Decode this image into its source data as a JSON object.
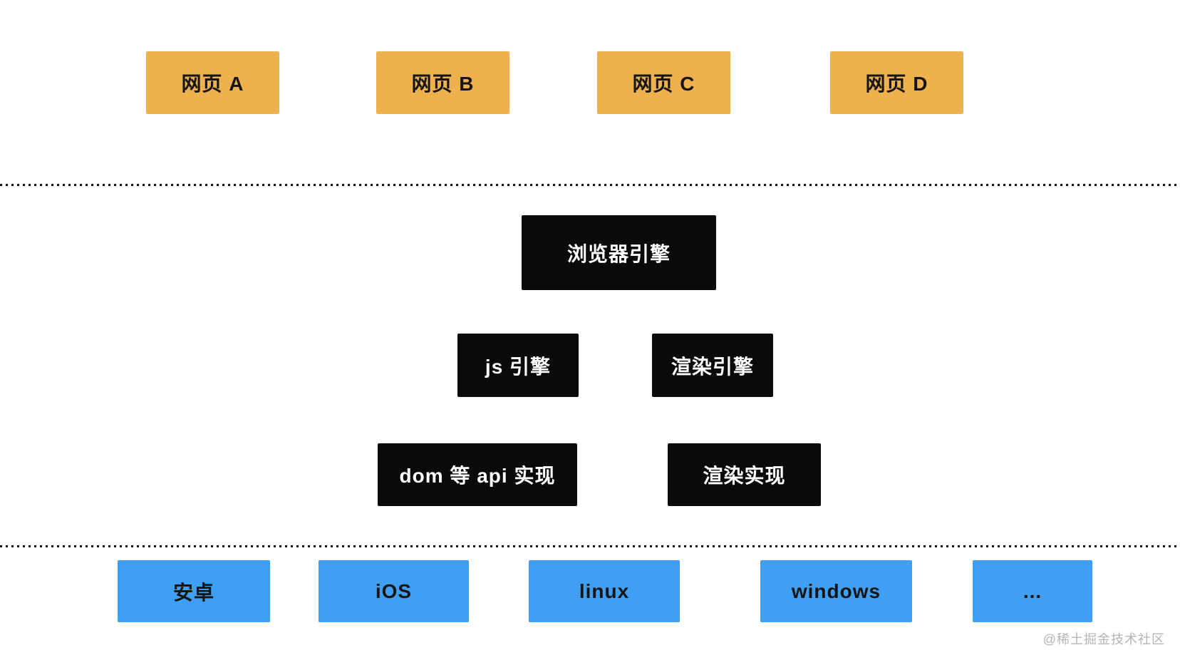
{
  "diagram_title": "browser-architecture-layers",
  "web_pages": [
    {
      "label": "网页 A"
    },
    {
      "label": "网页 B"
    },
    {
      "label": "网页 C"
    },
    {
      "label": "网页 D"
    }
  ],
  "engine": {
    "browser_engine": "浏览器引擎",
    "js_engine": "js 引擎",
    "render_engine": "渲染引擎",
    "dom_api_impl": "dom 等 api 实现",
    "render_impl": "渲染实现"
  },
  "platforms": [
    {
      "label": "安卓"
    },
    {
      "label": "iOS"
    },
    {
      "label": "linux"
    },
    {
      "label": "windows"
    },
    {
      "label": "..."
    }
  ],
  "watermark": {
    "text": "@稀土掘金技术社区"
  },
  "colors": {
    "box_orange": "#efb04e",
    "box_black": "#0a0a0a",
    "box_blue": "#3f9ff2",
    "text_dark": "#151515",
    "text_light": "#ffffff",
    "dot_color": "#101010",
    "watermark_gray": "#b5b5b5"
  }
}
